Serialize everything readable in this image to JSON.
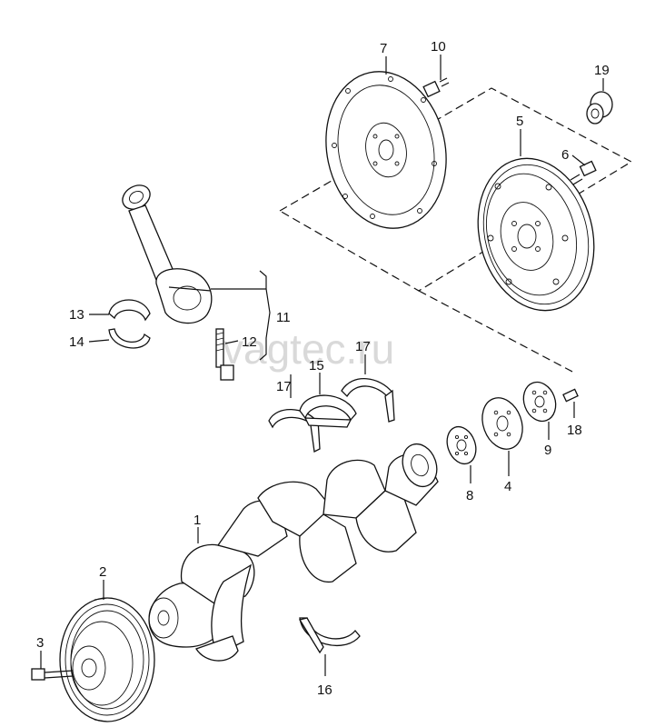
{
  "watermark": "vagtec.ru",
  "callouts": [
    {
      "id": "1",
      "label": "1"
    },
    {
      "id": "2",
      "label": "2"
    },
    {
      "id": "3",
      "label": "3"
    },
    {
      "id": "4",
      "label": "4"
    },
    {
      "id": "5",
      "label": "5"
    },
    {
      "id": "6",
      "label": "6"
    },
    {
      "id": "7",
      "label": "7"
    },
    {
      "id": "8",
      "label": "8"
    },
    {
      "id": "9",
      "label": "9"
    },
    {
      "id": "10",
      "label": "10"
    },
    {
      "id": "11",
      "label": "11"
    },
    {
      "id": "12",
      "label": "12"
    },
    {
      "id": "13",
      "label": "13"
    },
    {
      "id": "14",
      "label": "14"
    },
    {
      "id": "15",
      "label": "15"
    },
    {
      "id": "16",
      "label": "16"
    },
    {
      "id": "17a",
      "label": "17"
    },
    {
      "id": "17b",
      "label": "17"
    },
    {
      "id": "18",
      "label": "18"
    },
    {
      "id": "19",
      "label": "19"
    }
  ]
}
